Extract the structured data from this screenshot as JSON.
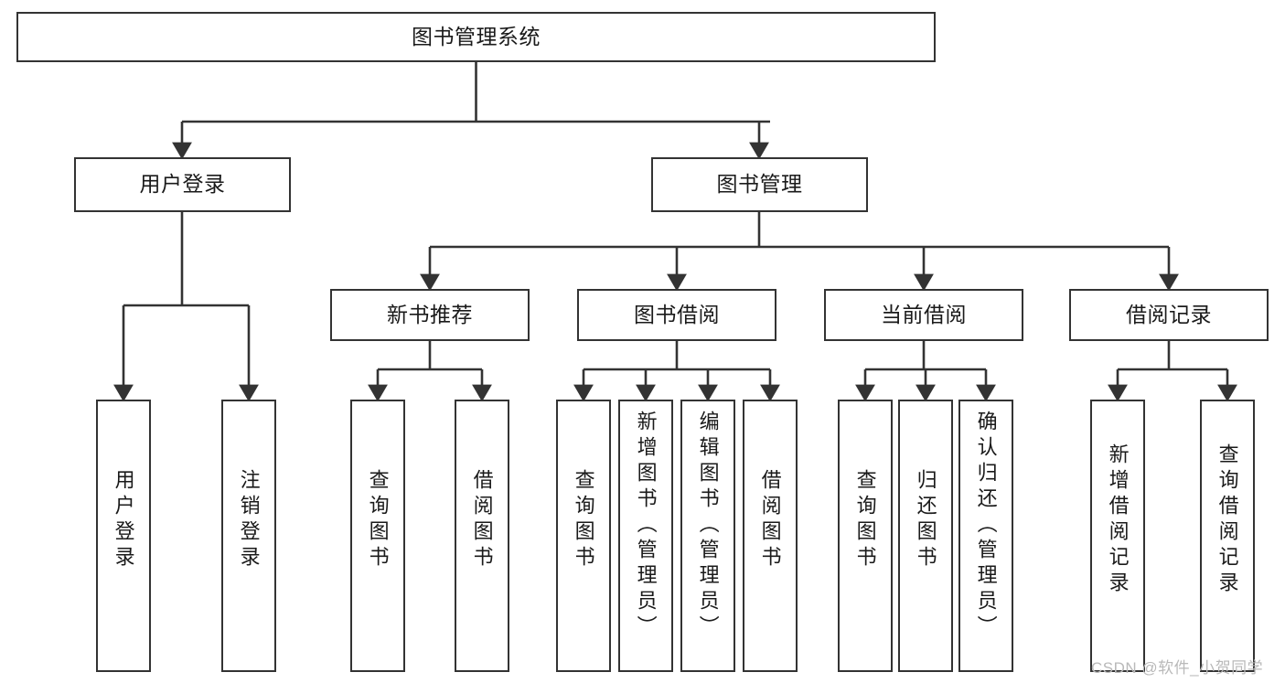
{
  "diagram": {
    "title": "图书管理系统",
    "type": "tree-hierarchy-chart",
    "watermark": "CSDN @软件_小贺同学",
    "colors": {
      "box_border": "#333333",
      "box_fill": "#ffffff",
      "connector": "#333333",
      "text": "#1a1a1a",
      "watermark": "#b9b9b9",
      "background": "#ffffff"
    },
    "root": {
      "label": "图书管理系统"
    },
    "level2": [
      {
        "label": "用户登录"
      },
      {
        "label": "图书管理"
      }
    ],
    "level3": [
      {
        "label": "新书推荐"
      },
      {
        "label": "图书借阅"
      },
      {
        "label": "当前借阅"
      },
      {
        "label": "借阅记录"
      }
    ],
    "leaves_user_login": [
      {
        "label": "用户登录"
      },
      {
        "label": "注销登录"
      }
    ],
    "leaves_new_book": [
      {
        "label": "查询图书"
      },
      {
        "label": "借阅图书"
      }
    ],
    "leaves_borrow_book": [
      {
        "label": "查询图书"
      },
      {
        "label": "新增图书（管理员）"
      },
      {
        "label": "编辑图书（管理员）"
      },
      {
        "label": "借阅图书"
      }
    ],
    "leaves_current_borrow": [
      {
        "label": "查询图书"
      },
      {
        "label": "归还图书"
      },
      {
        "label": "确认归还（管理员）"
      }
    ],
    "leaves_borrow_record": [
      {
        "label": "新增借阅记录"
      },
      {
        "label": "查询借阅记录"
      }
    ]
  }
}
